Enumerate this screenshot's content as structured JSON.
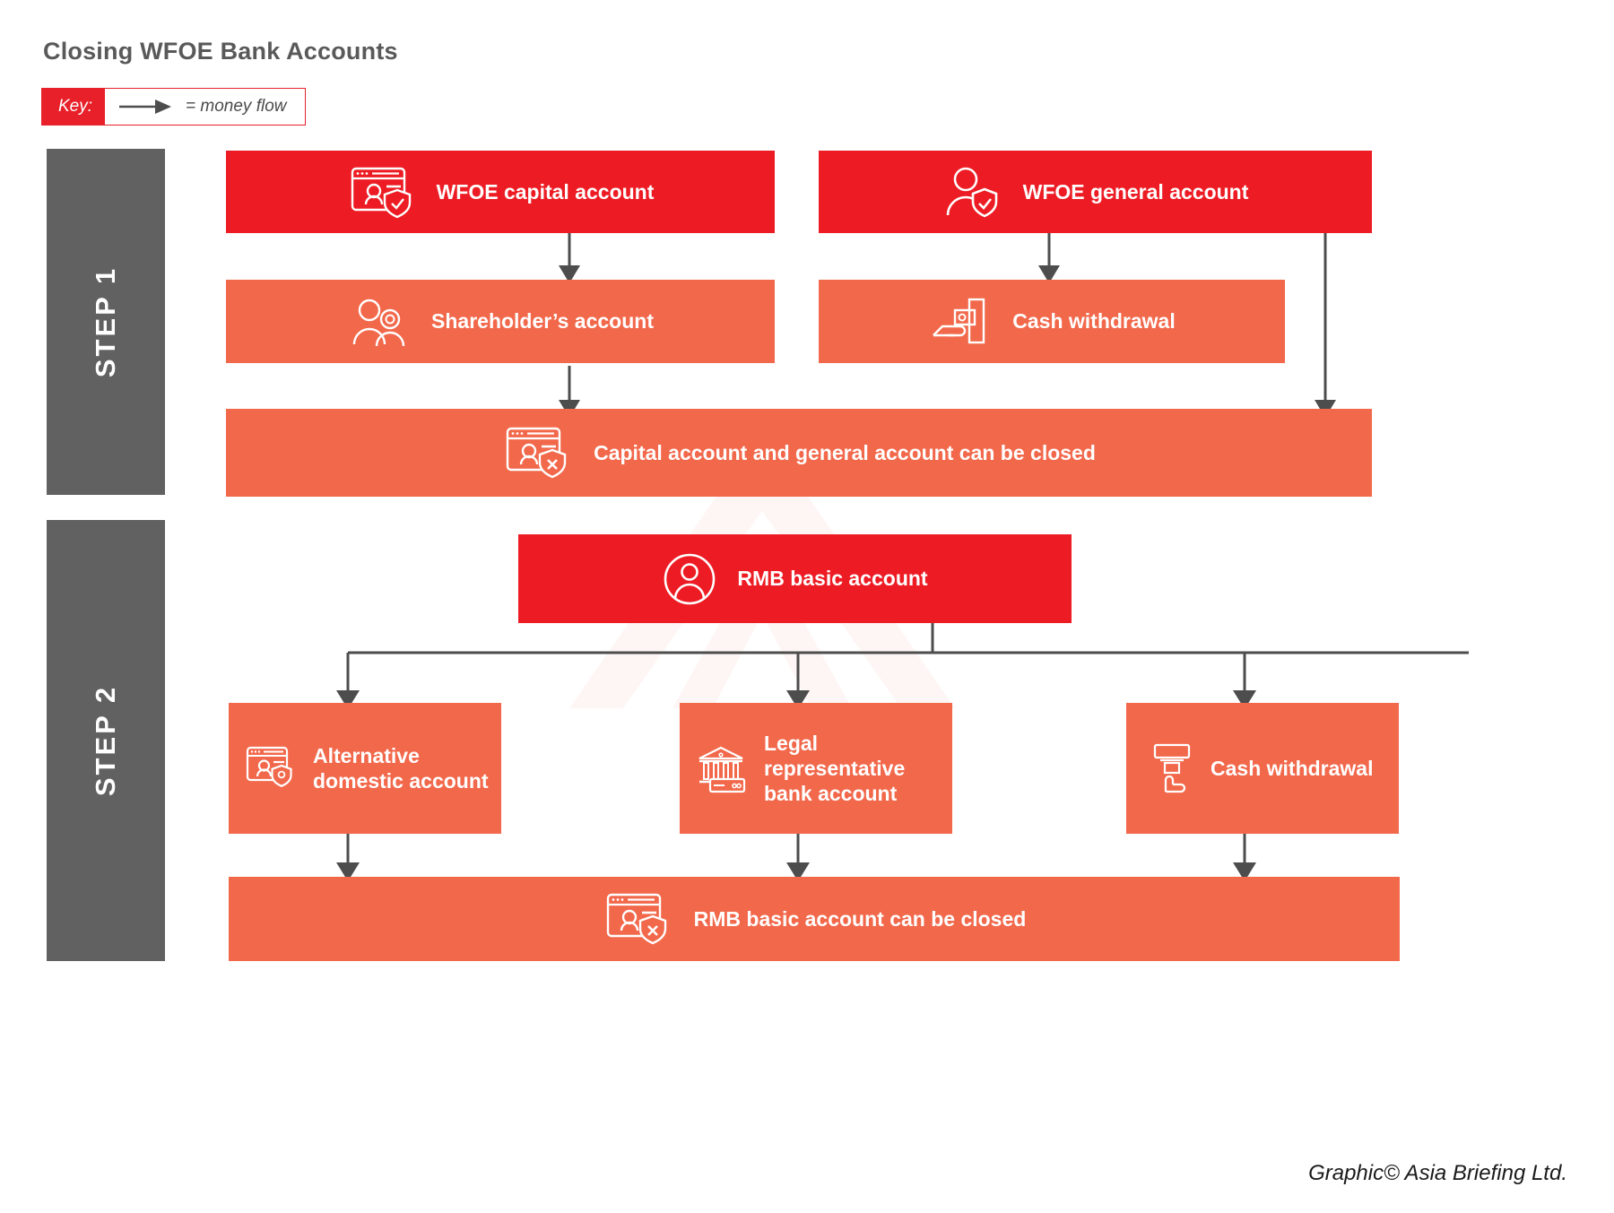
{
  "title": "Closing WFOE Bank Accounts",
  "key": {
    "label": "Key:",
    "icon": "arrow-right-icon",
    "text": "= money flow"
  },
  "steps": [
    {
      "id": "step1",
      "label": "STEP 1"
    },
    {
      "id": "step2",
      "label": "STEP 2"
    }
  ],
  "colors": {
    "red": "#ed1c24",
    "coral": "#f2684b",
    "rail_gray": "#616161",
    "arrow_gray": "#4d4d4d",
    "title_gray": "#595959",
    "key_red": "#e8202a",
    "white": "#ffffff"
  },
  "step1": {
    "wfoe_capital_account": {
      "label": "WFOE capital account",
      "icon": "browser-profile-shield-check-icon",
      "tone": "red"
    },
    "wfoe_general_account": {
      "label": "WFOE general account",
      "icon": "person-shield-check-icon",
      "tone": "red"
    },
    "shareholders_account": {
      "label": "Shareholder’s account",
      "icon": "two-people-icon",
      "tone": "coral"
    },
    "cash_withdrawal": {
      "label": "Cash withdrawal",
      "icon": "atm-cash-hand-icon",
      "tone": "coral"
    },
    "closed": {
      "label": "Capital account and general account can be closed",
      "icon": "browser-profile-shield-x-icon",
      "tone": "coral"
    }
  },
  "step2": {
    "rmb_basic_account": {
      "label": "RMB basic account",
      "icon": "person-circle-icon",
      "tone": "red"
    },
    "branches": [
      {
        "label": "Alternative domestic account",
        "icon": "browser-profile-shield-icon",
        "tone": "coral"
      },
      {
        "label": "Legal representative bank account",
        "icon": "bank-building-card-icon",
        "tone": "coral"
      },
      {
        "label": "Cash withdrawal",
        "icon": "atm-cash-hand-icon",
        "tone": "coral"
      }
    ],
    "closed": {
      "label": "RMB basic account can be closed",
      "icon": "browser-profile-shield-x-icon",
      "tone": "coral"
    }
  },
  "footer": {
    "credit": "Graphic© Asia Briefing Ltd."
  }
}
